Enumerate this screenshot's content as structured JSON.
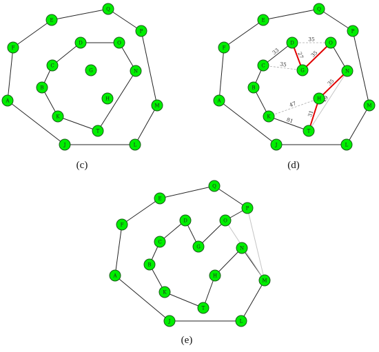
{
  "panels": [
    {
      "id": "c",
      "caption": "(c)",
      "nodes": [
        "A",
        "B",
        "C",
        "D",
        "E",
        "F",
        "G",
        "H",
        "J",
        "K",
        "L",
        "M",
        "N",
        "O",
        "P",
        "Q",
        "T"
      ],
      "edges": [
        {
          "from": "A",
          "to": "F",
          "style": "solid"
        },
        {
          "from": "F",
          "to": "E",
          "style": "solid"
        },
        {
          "from": "E",
          "to": "Q",
          "style": "solid"
        },
        {
          "from": "Q",
          "to": "P",
          "style": "solid"
        },
        {
          "from": "P",
          "to": "M",
          "style": "solid"
        },
        {
          "from": "M",
          "to": "L",
          "style": "solid"
        },
        {
          "from": "L",
          "to": "J",
          "style": "solid"
        },
        {
          "from": "J",
          "to": "A",
          "style": "solid"
        },
        {
          "from": "D",
          "to": "O",
          "style": "solid"
        },
        {
          "from": "O",
          "to": "N",
          "style": "solid"
        },
        {
          "from": "N",
          "to": "T",
          "style": "solid"
        },
        {
          "from": "T",
          "to": "K",
          "style": "solid"
        },
        {
          "from": "K",
          "to": "B",
          "style": "solid"
        },
        {
          "from": "B",
          "to": "C",
          "style": "solid"
        },
        {
          "from": "C",
          "to": "D",
          "style": "solid"
        }
      ]
    },
    {
      "id": "d",
      "caption": "(d)",
      "nodes": [
        "A",
        "B",
        "C",
        "D",
        "E",
        "F",
        "G",
        "H",
        "J",
        "K",
        "L",
        "M",
        "N",
        "O",
        "P",
        "Q",
        "T"
      ],
      "edges": [
        {
          "from": "A",
          "to": "F",
          "style": "solid"
        },
        {
          "from": "F",
          "to": "E",
          "style": "solid"
        },
        {
          "from": "E",
          "to": "Q",
          "style": "solid"
        },
        {
          "from": "Q",
          "to": "P",
          "style": "solid"
        },
        {
          "from": "P",
          "to": "M",
          "style": "solid"
        },
        {
          "from": "M",
          "to": "L",
          "style": "solid"
        },
        {
          "from": "L",
          "to": "J",
          "style": "solid"
        },
        {
          "from": "J",
          "to": "A",
          "style": "solid"
        },
        {
          "from": "C",
          "to": "D",
          "style": "solid",
          "weight": "33"
        },
        {
          "from": "C",
          "to": "B",
          "style": "solid"
        },
        {
          "from": "B",
          "to": "K",
          "style": "solid"
        },
        {
          "from": "K",
          "to": "T",
          "style": "solid",
          "weight": "81"
        },
        {
          "from": "O",
          "to": "N",
          "style": "solid"
        },
        {
          "from": "D",
          "to": "O",
          "style": "dashed",
          "weight": "35"
        },
        {
          "from": "C",
          "to": "G",
          "style": "dashed",
          "weight": "35"
        },
        {
          "from": "K",
          "to": "H",
          "style": "dashed",
          "weight": "47"
        },
        {
          "from": "N",
          "to": "T",
          "style": "light",
          "weight": "49"
        },
        {
          "from": "D",
          "to": "G",
          "style": "red",
          "weight": "27"
        },
        {
          "from": "G",
          "to": "O",
          "style": "red",
          "weight": "35"
        },
        {
          "from": "N",
          "to": "H",
          "style": "red",
          "weight": "35"
        },
        {
          "from": "H",
          "to": "T",
          "style": "red",
          "weight": "31"
        }
      ]
    },
    {
      "id": "e",
      "caption": "(e)",
      "nodes": [
        "A",
        "B",
        "C",
        "D",
        "E",
        "F",
        "G",
        "H",
        "J",
        "K",
        "L",
        "M",
        "N",
        "O",
        "P",
        "Q",
        "T"
      ],
      "edges": [
        {
          "from": "A",
          "to": "F",
          "style": "solid"
        },
        {
          "from": "F",
          "to": "E",
          "style": "solid"
        },
        {
          "from": "E",
          "to": "Q",
          "style": "solid"
        },
        {
          "from": "Q",
          "to": "P",
          "style": "solid"
        },
        {
          "from": "P",
          "to": "O",
          "style": "solid"
        },
        {
          "from": "O",
          "to": "G",
          "style": "solid"
        },
        {
          "from": "G",
          "to": "D",
          "style": "solid"
        },
        {
          "from": "D",
          "to": "C",
          "style": "solid"
        },
        {
          "from": "C",
          "to": "B",
          "style": "solid"
        },
        {
          "from": "B",
          "to": "K",
          "style": "solid"
        },
        {
          "from": "K",
          "to": "T",
          "style": "solid"
        },
        {
          "from": "T",
          "to": "H",
          "style": "solid"
        },
        {
          "from": "H",
          "to": "N",
          "style": "solid"
        },
        {
          "from": "N",
          "to": "M",
          "style": "solid"
        },
        {
          "from": "M",
          "to": "L",
          "style": "solid"
        },
        {
          "from": "L",
          "to": "J",
          "style": "solid"
        },
        {
          "from": "J",
          "to": "A",
          "style": "solid"
        },
        {
          "from": "P",
          "to": "M",
          "style": "light"
        },
        {
          "from": "O",
          "to": "M",
          "style": "light"
        }
      ]
    }
  ]
}
